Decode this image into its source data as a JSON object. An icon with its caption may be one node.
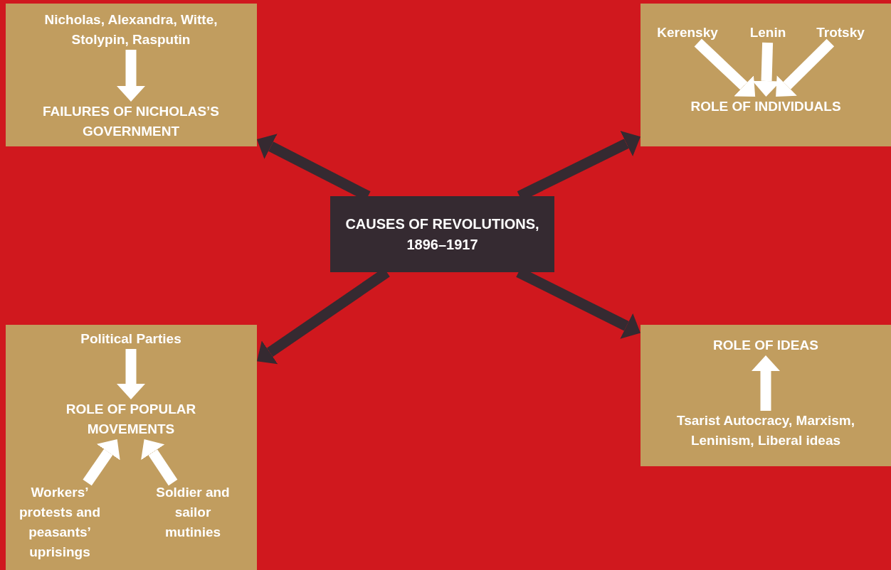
{
  "diagram": {
    "nodes": [
      {
        "text": [],
        "shape": "box"
      },
      {
        "text": [
          "Nicholas, Alexandra, Witte, Stolypin, Rasputin"
        ],
        "in": 0
      },
      {
        "text": [
          "FAILURES OF NICHOLAS’S GOVERNMENT"
        ],
        "in": 0
      },
      {
        "text": [],
        "shape": "box"
      },
      {
        "text": [
          "Kerensky"
        ],
        "in": 3
      },
      {
        "text": [
          "Lenin"
        ],
        "in": 3
      },
      {
        "text": [
          "Trotsky"
        ],
        "in": 3
      },
      {
        "text": [
          "ROLE OF INDIVIDUALS"
        ],
        "in": 3
      },
      {
        "text": [
          "CAUSES OF REVOLUTIONS, 1896–1917"
        ]
      },
      {
        "text": [],
        "shape": "box"
      },
      {
        "text": [
          "Political Parties"
        ],
        "in": 9
      },
      {
        "text": [
          "ROLE OF POPULAR MOVEMENTS"
        ],
        "in": 9
      },
      {
        "text": [
          "Workers’ protests and peasants’ uprisings"
        ],
        "in": 9
      },
      {
        "text": [
          "Soldier and sailor mutinies"
        ],
        "in": 9
      },
      {
        "text": [],
        "shape": "box"
      },
      {
        "text": [
          "ROLE OF IDEAS"
        ],
        "in": 14
      },
      {
        "text": [
          "Tsarist Autocracy, Marxism, Leninism, Liberal ideas"
        ],
        "in": 14
      }
    ],
    "edges": [
      {
        "from": 8,
        "to": 0,
        "arrow": "to",
        "color": "#352a31"
      },
      {
        "from": 8,
        "to": 3,
        "arrow": "to",
        "color": "#352a31"
      },
      {
        "from": 8,
        "to": 9,
        "arrow": "to",
        "color": "#352a31"
      },
      {
        "from": 8,
        "to": 14,
        "arrow": "to",
        "color": "#352a31"
      },
      {
        "from": 1,
        "to": 2,
        "arrow": "to"
      },
      {
        "from": 4,
        "to": 7,
        "arrow": "to"
      },
      {
        "from": 5,
        "to": 7,
        "arrow": "to"
      },
      {
        "from": 6,
        "to": 7,
        "arrow": "to"
      },
      {
        "from": 10,
        "to": 11,
        "arrow": "to"
      },
      {
        "from": 12,
        "to": 11,
        "arrow": "to"
      },
      {
        "from": 13,
        "to": 11,
        "arrow": "to"
      },
      {
        "from": 16,
        "to": 15,
        "arrow": "to"
      }
    ]
  }
}
